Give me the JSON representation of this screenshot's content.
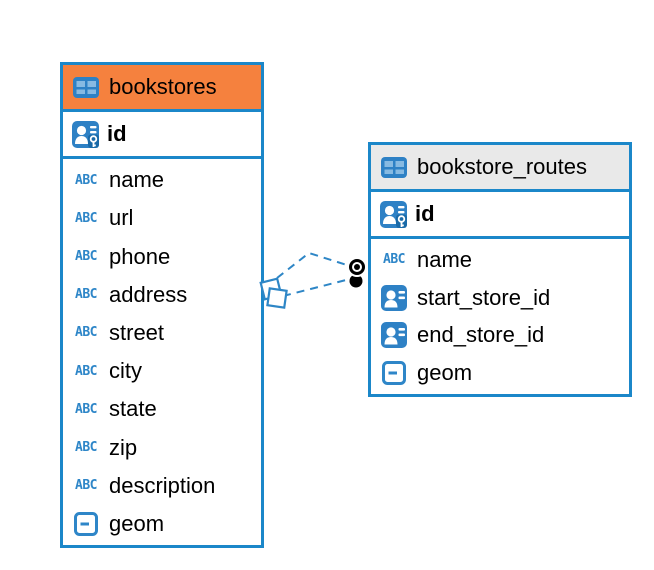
{
  "colors": {
    "table_border": "#1b87c9",
    "bookstores_header_bg": "#f5813e",
    "routes_header_bg": "#e9e9e9",
    "icon_blue": "#2e81c5",
    "icon_blue_dark": "#1a6aa8",
    "relationship_line": "#2e86c6",
    "relationship_dot": "#000000",
    "text_color": "#000000"
  },
  "icons": {
    "text_type_label": "ABC"
  },
  "tables": [
    {
      "name": "bookstores",
      "primary_key": {
        "name": "id"
      },
      "columns": [
        {
          "name": "name",
          "type": "text"
        },
        {
          "name": "url",
          "type": "text"
        },
        {
          "name": "phone",
          "type": "text"
        },
        {
          "name": "address",
          "type": "text"
        },
        {
          "name": "street",
          "type": "text"
        },
        {
          "name": "city",
          "type": "text"
        },
        {
          "name": "state",
          "type": "text"
        },
        {
          "name": "zip",
          "type": "text"
        },
        {
          "name": "description",
          "type": "text"
        },
        {
          "name": "geom",
          "type": "geometry"
        }
      ]
    },
    {
      "name": "bookstore_routes",
      "primary_key": {
        "name": "id"
      },
      "columns": [
        {
          "name": "name",
          "type": "text"
        },
        {
          "name": "start_store_id",
          "type": "reference"
        },
        {
          "name": "end_store_id",
          "type": "reference"
        },
        {
          "name": "geom",
          "type": "geometry"
        }
      ]
    }
  ],
  "relationship": {
    "from_table": "bookstores",
    "to_table": "bookstore_routes",
    "style": "dashed"
  }
}
